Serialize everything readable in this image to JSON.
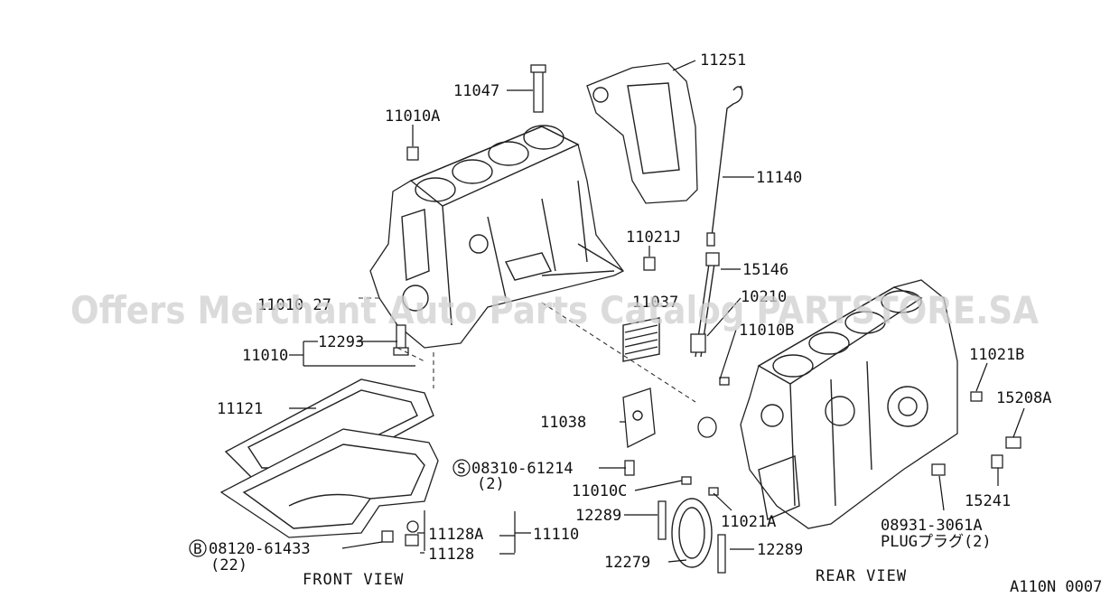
{
  "watermark": "Offers Merchant Auto Parts Catalog PARTSTORE.SA",
  "views": {
    "front": "FRONT VIEW",
    "rear": "REAR VIEW"
  },
  "figure_code": "A110N 0007",
  "callouts": {
    "p11047": "11047",
    "p11010A": "11010A",
    "p11251": "11251",
    "p11140": "11140",
    "p11021J": "11021J",
    "p15146": "15146",
    "p11010B": "11010B",
    "p10210": "10210",
    "p11037": "11037",
    "p11010_27": "11010 27",
    "p12293": "12293",
    "p11010": "11010",
    "p11021B": "11021B",
    "p15208A": "15208A",
    "p11121": "11121",
    "p11038": "11038",
    "p08310_s": "S",
    "p08310": "08310-61214",
    "p08310_qty": "(2)",
    "p11010C": "11010C",
    "p12289a": "12289",
    "p11021A": "11021A",
    "p15241": "15241",
    "p08931": "08931-3061A",
    "p08931_plug": "PLUGプラグ(2)",
    "p11128A": "11128A",
    "p11110": "11110",
    "p11128": "11128",
    "p08120_b": "B",
    "p08120": "08120-61433",
    "p08120_qty": "(22)",
    "p12279": "12279",
    "p12289b": "12289"
  }
}
